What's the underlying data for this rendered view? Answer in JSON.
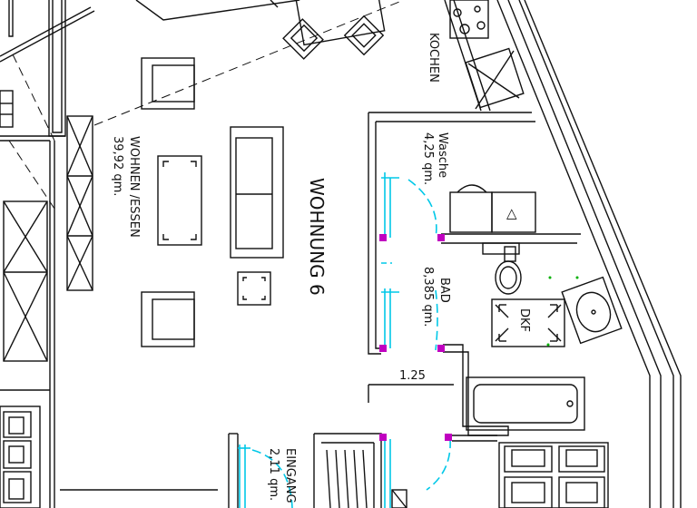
{
  "rooms": {
    "wohnung": "WOHNUNG 6",
    "wohnen_name": "WOHNEN /ESSEN",
    "wohnen_area": "39,92 qm.",
    "kochen_name": "KOCHEN",
    "wasche_name": "Wasche",
    "wasche_area": "4,25 qm.",
    "bad_name": "BAD",
    "bad_area": "8,385 qm.",
    "eingang_name": "EINGANG",
    "eingang_area": "2,11 qm."
  },
  "dimensions": {
    "door_width": "1.25"
  },
  "symbols": {
    "dkf": "DKF",
    "triangle_mark": "△"
  },
  "colors": {
    "lines": "#111111",
    "doors": "#00c8e8",
    "wall_joints": "#c000c0",
    "markers": "#00b000"
  }
}
